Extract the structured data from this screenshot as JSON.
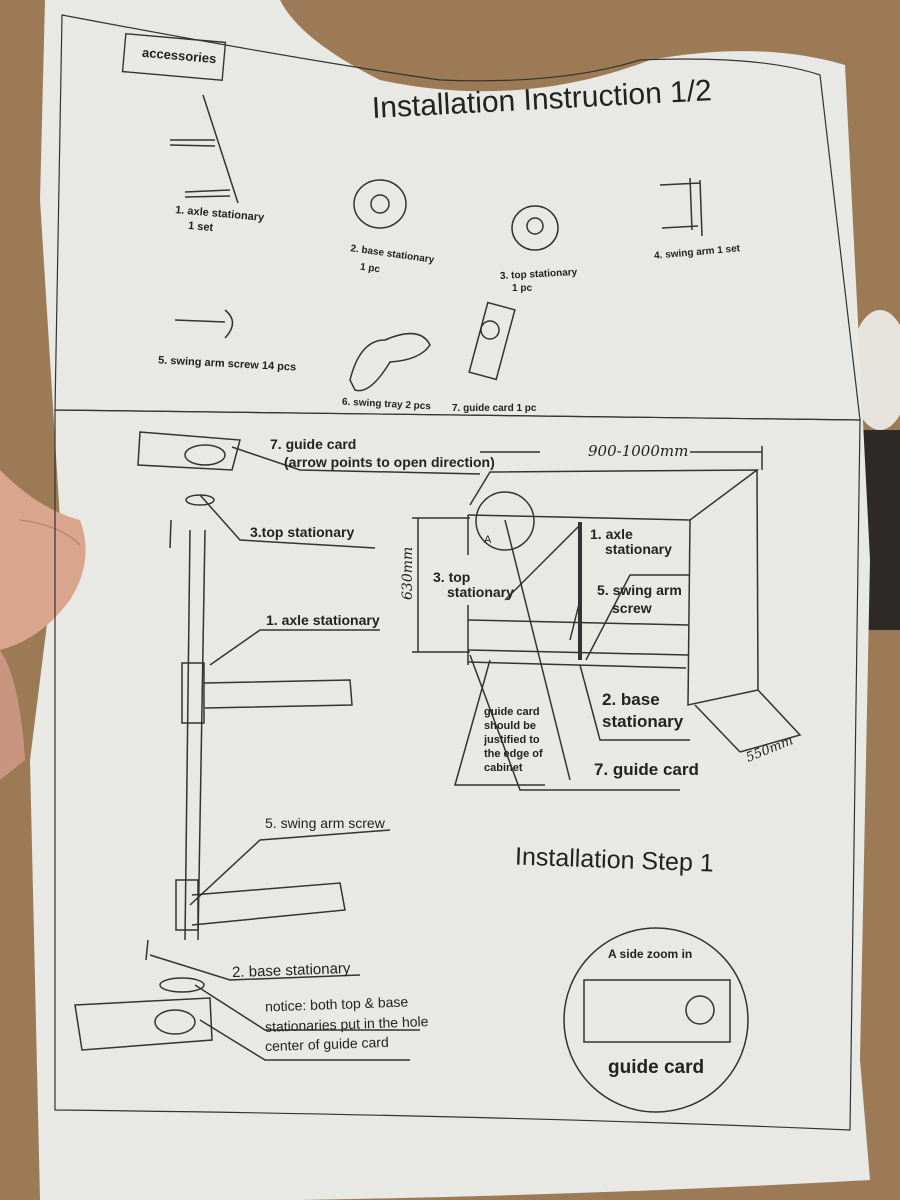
{
  "document": {
    "title": "Installation Instruction 1/2",
    "accessories_label": "accessories",
    "parts": [
      {
        "name": "1. axle stationary",
        "qty": "1 set"
      },
      {
        "name": "2. base stationary",
        "qty": "1 pc"
      },
      {
        "name": "3. top stationary",
        "qty": "1 pc"
      },
      {
        "name": "4. swing arm 1 set",
        "qty": ""
      },
      {
        "name": "5. swing arm screw 14 pcs",
        "qty": ""
      },
      {
        "name": "6. swing tray 2 pcs",
        "qty": ""
      },
      {
        "name": "7. guide card 1 pc",
        "qty": ""
      }
    ],
    "step": {
      "title": "Installation Step 1",
      "left_labels": {
        "guide_card": "7. guide card",
        "guide_card_note": "(arrow points to open direction)",
        "top_stationary": "3.top stationary",
        "axle_stationary": "1. axle stationary",
        "swing_arm_screw": "5. swing arm screw",
        "base_stationary": "2. base stationary",
        "notice_1": "notice: both top & base",
        "notice_2": "stationaries put in the hole",
        "notice_3": "center of guide card"
      },
      "cabinet": {
        "width_dim": "900-1000mm",
        "height_dim": "630mm",
        "depth_dim": "550mm",
        "detail_marker": "A",
        "axle_1": "1. axle",
        "axle_2": "stationary",
        "top_1": "3. top",
        "top_2": "stationary",
        "screw_1": "5. swing arm",
        "screw_2": "screw",
        "base_1": "2. base",
        "base_2": "stationary",
        "guide_note": [
          "guide card",
          "should be",
          "justified to",
          "the edge of",
          "cabinet"
        ],
        "guide_card": "7. guide card"
      },
      "zoom": {
        "title": "A side zoom in",
        "label": "guide card"
      }
    }
  },
  "colors": {
    "paper": "#e9e9e6",
    "cardboard": "#9c7a55",
    "ink": "#222222",
    "skin": "#d9a58c"
  }
}
